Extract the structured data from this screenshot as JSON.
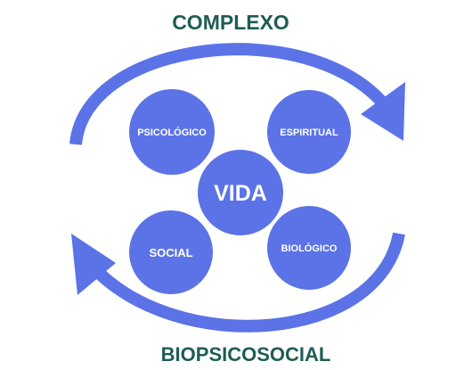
{
  "colors": {
    "heading": "#1f5c57",
    "shape": "#5b73e6",
    "label": "#ffffff"
  },
  "top_heading": "COMPLEXO",
  "bottom_heading": "BIOPSICOSOCIAL",
  "center_node": "VIDA",
  "nodes": {
    "top_left": "PSICOLÓGICO",
    "top_right": "ESPIRITUAL",
    "bottom_left": "SOCIAL",
    "bottom_right": "BIOLÓGICO"
  }
}
